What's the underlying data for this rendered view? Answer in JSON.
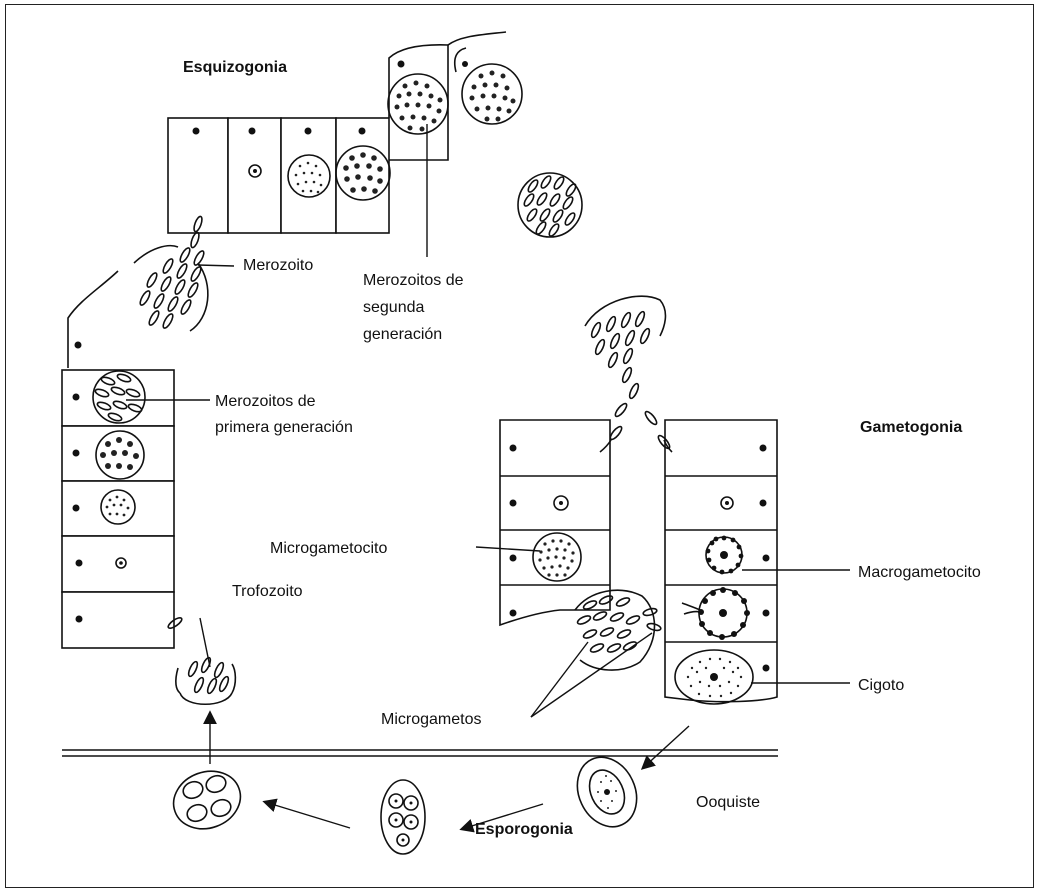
{
  "sections": {
    "esquizogonia": "Esquizogonia",
    "gametogonia": "Gametogonia",
    "esporogonia": "Esporogonia"
  },
  "labels": {
    "merozoito": "Merozoito",
    "merozoitos_segunda": [
      "Merozoitos de",
      "segunda",
      "generación"
    ],
    "merozoitos_primera": [
      "Merozoitos de",
      "primera generación"
    ],
    "microgametocito": "Microgametocito",
    "trofozoito": "Trofozoito",
    "macrogametocito": "Macrogametocito",
    "cigoto": "Cigoto",
    "microgametos": "Microgametos",
    "ooquiste": "Ooquiste"
  }
}
